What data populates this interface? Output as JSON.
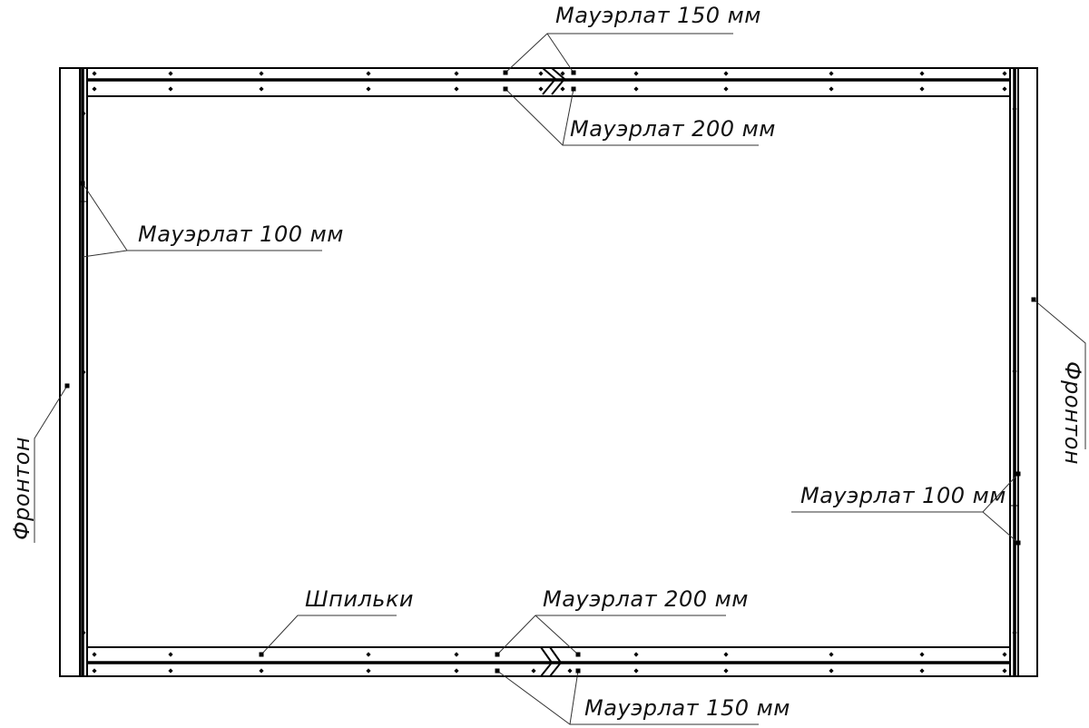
{
  "labels": {
    "top_150": "Мауэрлат 150 мм",
    "top_200": "Мауэрлат 200 мм",
    "left_100": "Мауэрлат 100 мм",
    "right_100": "Мауэрлат 100 мм",
    "bottom_pins": "Шпильки",
    "bottom_200": "Мауэрлат 200 мм",
    "bottom_150": "Мауэрлат 150 мм",
    "left_gable": "Фронтон",
    "right_gable": "Фронтон"
  },
  "colors": {
    "line": "#000000",
    "leader": "#333333",
    "text": "#111111"
  }
}
